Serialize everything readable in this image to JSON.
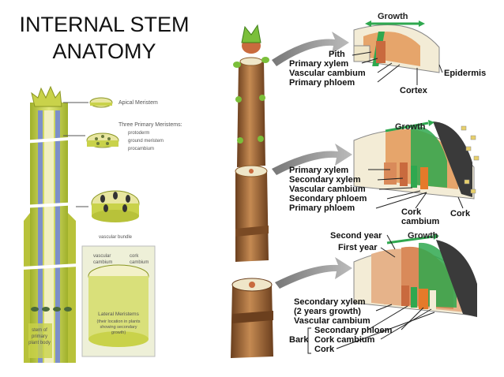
{
  "title_line1": "INTERNAL STEM",
  "title_line2": "ANATOMY",
  "left_panel": {
    "apical_meristem": "Apical Meristem",
    "three_primary_meristems": "Three Primary Meristems:",
    "protoderm": "protoderm",
    "ground_meristem": "ground meristem",
    "procambium": "procambium",
    "vascular_bundle": "vascular bundle",
    "vascular_cambium": "vascular",
    "vascular_cambium2": "cambium",
    "cork_cambium": "cork",
    "cork_cambium2": "cambium",
    "lateral_meristems": "Lateral Meristems",
    "lateral_note1": "(their location in plants",
    "lateral_note2": "showing secondary",
    "lateral_note3": "growth)",
    "stem_label1": "stem of",
    "stem_label2": "primary",
    "stem_label3": "plant body"
  },
  "panel1": {
    "growth": "Growth",
    "pith": "Pith",
    "primary_xylem": "Primary xylem",
    "vascular_cambium": "Vascular cambium",
    "primary_phloem": "Primary phloem",
    "epidermis": "Epidermis",
    "cortex": "Cortex"
  },
  "panel2": {
    "growth": "Growth",
    "primary_xylem": "Primary xylem",
    "secondary_xylem": "Secondary xylem",
    "vascular_cambium": "Vascular cambium",
    "secondary_phloem": "Secondary phloem",
    "primary_phloem": "Primary phloem",
    "cork_cambium_1": "Cork",
    "cork_cambium_2": "cambium",
    "cork": "Cork"
  },
  "panel3": {
    "growth": "Growth",
    "second_year": "Second year",
    "first_year": "First year",
    "secondary_xylem_1": "Secondary xylem",
    "secondary_xylem_2": "(2 years growth)",
    "vascular_cambium": "Vascular cambium",
    "secondary_phloem": "Secondary phloem",
    "bark": "Bark",
    "cork_cambium": "Cork cambium",
    "cork": "Cork"
  },
  "colors": {
    "stem_green": "#c9d24a",
    "stem_brown": "#a86a3a",
    "xylem": "#c96a3e",
    "cambium_green": "#2fa84f",
    "cork_dark": "#3a3a3a",
    "pith": "#efe6c8"
  }
}
